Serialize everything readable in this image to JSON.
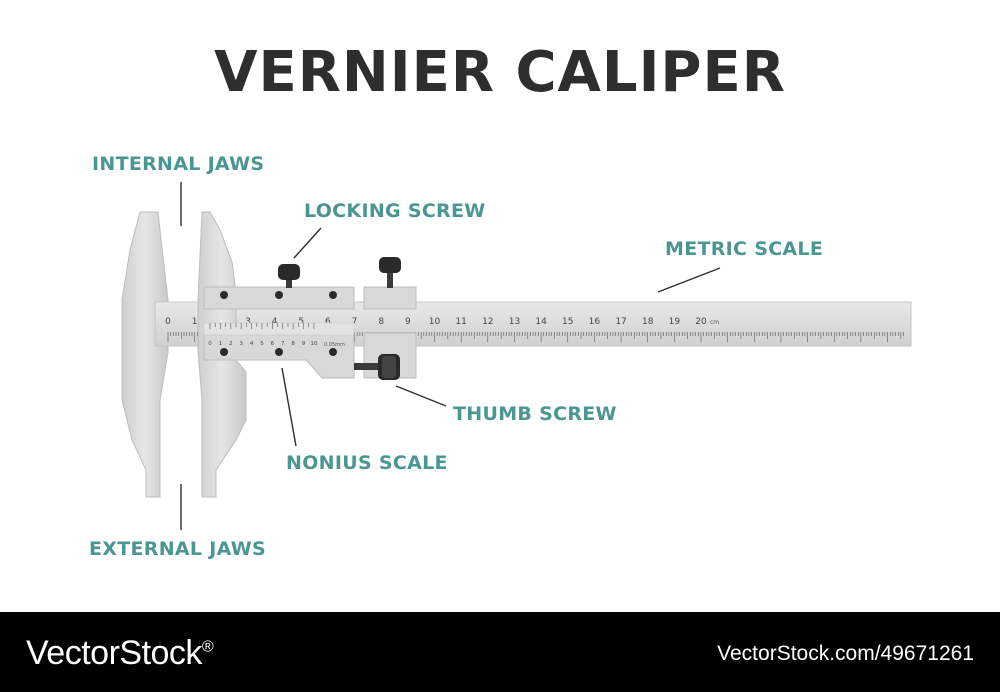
{
  "diagram": {
    "title": "VERNIER CALIPER",
    "labels": {
      "internal_jaws": "INTERNAL JAWS",
      "external_jaws": "EXTERNAL JAWS",
      "locking_screw": "LOCKING SCREW",
      "metric_scale": "METRIC SCALE",
      "thumb_screw": "THUMB SCREW",
      "nonius_scale": "NONIUS SCALE"
    },
    "main_scale_numbers": [
      "0",
      "1",
      "2",
      "3",
      "4",
      "5",
      "6",
      "7",
      "8",
      "9",
      "10",
      "11",
      "12",
      "13",
      "14",
      "15",
      "16",
      "17",
      "18",
      "19",
      "20"
    ],
    "main_scale_unit": "cm",
    "vernier_numbers": [
      "0",
      "1",
      "2",
      "3",
      "4",
      "5",
      "6",
      "7",
      "8",
      "9",
      "10"
    ],
    "vernier_precision": "0.05mm"
  },
  "footer": {
    "brand": "VectorStock",
    "brand_mark": "®",
    "image_id": "VectorStock.com/49671261"
  },
  "colors": {
    "label": "#4a9691",
    "title": "#2e2e2e",
    "metal": "#dcdcdc",
    "metal_dark": "#b9b9b9",
    "screw": "#2a2a2a",
    "footer_bg": "#000000"
  }
}
